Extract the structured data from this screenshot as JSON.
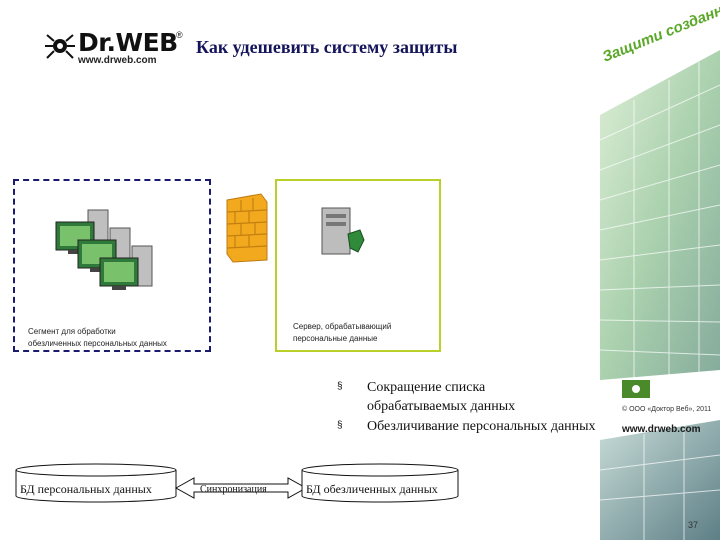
{
  "header": {
    "logo_brand": "Dr.WEB",
    "logo_reg": "®",
    "logo_url": "www.drweb.com",
    "title": "Как удешевить систему защиты"
  },
  "decoration": {
    "slogan": "Защити созданное",
    "copyright": "© ООО «Доктор Веб», 2011",
    "site_url": "www.drweb.com",
    "accent_color": "#5aa828"
  },
  "diagram": {
    "left_segment_label": [
      "Сегмент для обработки",
      "обезличенных персональных данных"
    ],
    "right_segment_label": [
      "Сервер, обрабатывающий",
      "персональные данные"
    ],
    "left_border_color": "#1a1a6e",
    "right_border_color": "#b9d02a"
  },
  "bullets": {
    "mark": "§",
    "items": [
      "Сокращение списка обрабатываемых данных",
      "Обезличивание персональных данных"
    ]
  },
  "databases": {
    "db1": "БД персональных данных",
    "sync": "Синхронизация",
    "db2": "БД обезличенных данных"
  },
  "page_number": "37"
}
